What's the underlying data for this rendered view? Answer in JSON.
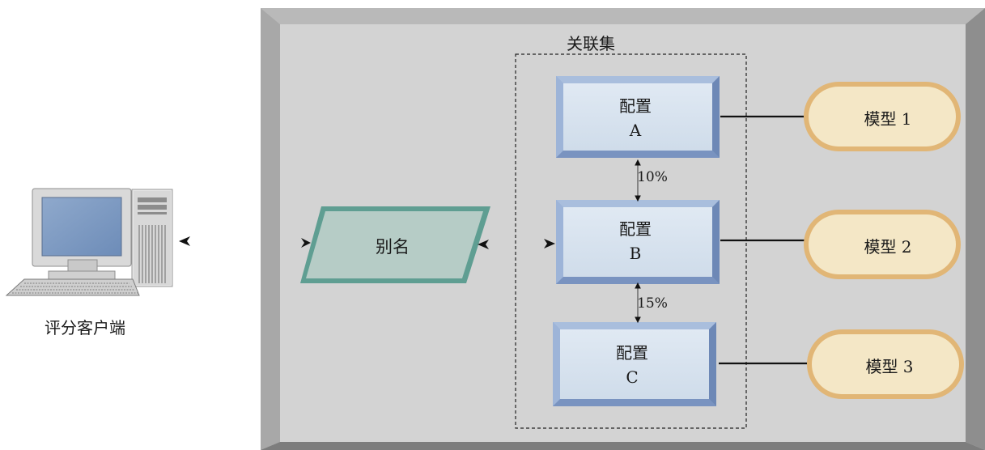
{
  "client": {
    "label": "评分客户端",
    "icon": "computer-icon"
  },
  "cluster": {
    "label": "关联集"
  },
  "alias": {
    "label": "别名"
  },
  "configs": [
    {
      "name": "配置",
      "letter": "A"
    },
    {
      "name": "配置",
      "letter": "B"
    },
    {
      "name": "配置",
      "letter": "C"
    }
  ],
  "splits": [
    "10%",
    "15%"
  ],
  "models": [
    {
      "label": "模型 1"
    },
    {
      "label": "模型 2"
    },
    {
      "label": "模型 3"
    }
  ],
  "colors": {
    "panel": "#d3d3d3",
    "panel_border": "#8a8a8a",
    "config_fill": "#d8e3ef",
    "config_border": "#8aa5cb",
    "alias_fill": "#b6ccc6",
    "alias_border": "#5f9e92",
    "model_fill": "#f4e6c2",
    "model_border": "#e0b978"
  }
}
